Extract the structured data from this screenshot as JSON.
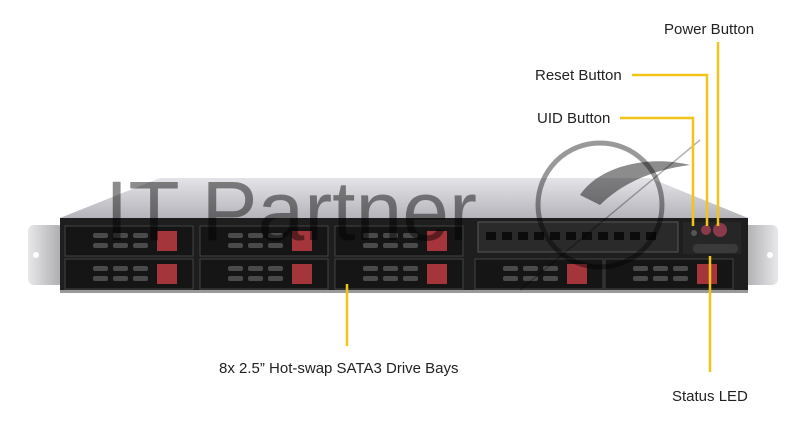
{
  "callouts": {
    "power_button": "Power Button",
    "reset_button": "Reset Button",
    "uid_button": "UID Button",
    "drive_bays": "8x 2.5” Hot-swap SATA3 Drive Bays",
    "status_led": "Status LED"
  },
  "watermark": {
    "text": "IT Partner"
  },
  "colors": {
    "callout_line": "#f0c419",
    "chassis": "#1e1e1e",
    "drive_latch": "#a3353b",
    "top_cover": "#c8c8cc"
  }
}
